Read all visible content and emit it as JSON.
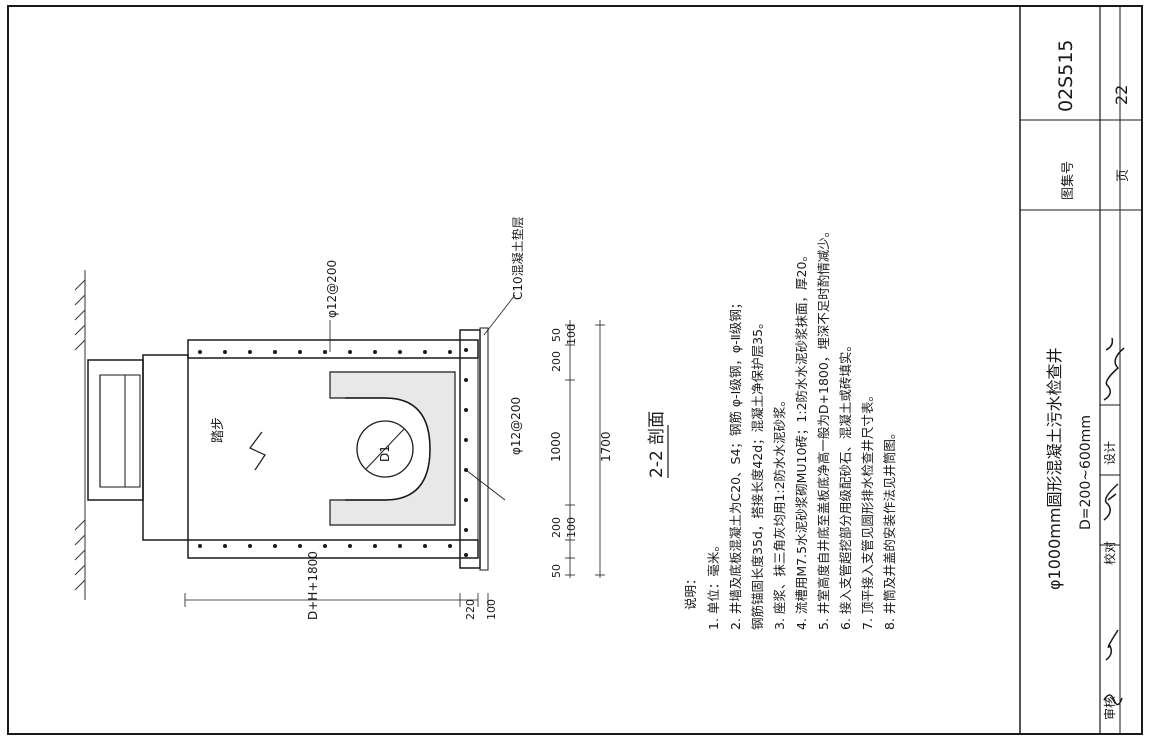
{
  "section": {
    "title": "2-2 剖面",
    "label_ladder": "踏步",
    "label_cushion": "C10混凝土垫层",
    "label_rebar_top": "φ12@200",
    "label_rebar_mid": "φ12@200",
    "label_pipe": "D1",
    "dim_height": "D+H+1800",
    "dim_220": "220",
    "dim_100_left": "100",
    "dim_50_a": "50",
    "dim_200_a": "200",
    "dim_100_a": "100",
    "dim_1000": "1000",
    "dim_200_b": "200",
    "dim_100_b": "100",
    "dim_50_b": "50",
    "dim_1700": "1700"
  },
  "notes": {
    "heading": "说明：",
    "items": [
      "1. 单位：毫米。",
      "2. 井墙及底板混凝土为C20、S4；钢筋 φ-Ⅰ级钢，φ-Ⅱ级钢；",
      "    钢筋锚固长度35d，搭接长度42d；混凝土净保护层35。",
      "3. 座浆、抹三角灰均用1:2防水水泥砂浆。",
      "4. 流槽用M7.5水泥砂浆砌MU10砖；1:2防水水泥砂浆抹面，厚20。",
      "5. 井室高度自井底至盖板底净高一般为D+1800，埋深不足时酌情减少。",
      "6. 接入支管超挖部分用级配砂石、混凝土或砖填实。",
      "7. 顶平接入支管见圆形排水检查井尺寸表。",
      "8. 井筒及井盖的安装作法见井筒图。"
    ]
  },
  "title_block": {
    "drawing_title": "φ1000mm圆形混凝土污水检查井",
    "subtitle": "D=200~600mm",
    "atlas_label": "图集号",
    "atlas_no": "02S515",
    "page_label": "页",
    "page_no": "22",
    "review_label": "审核",
    "check_label": "校对",
    "design_label": "设计"
  }
}
